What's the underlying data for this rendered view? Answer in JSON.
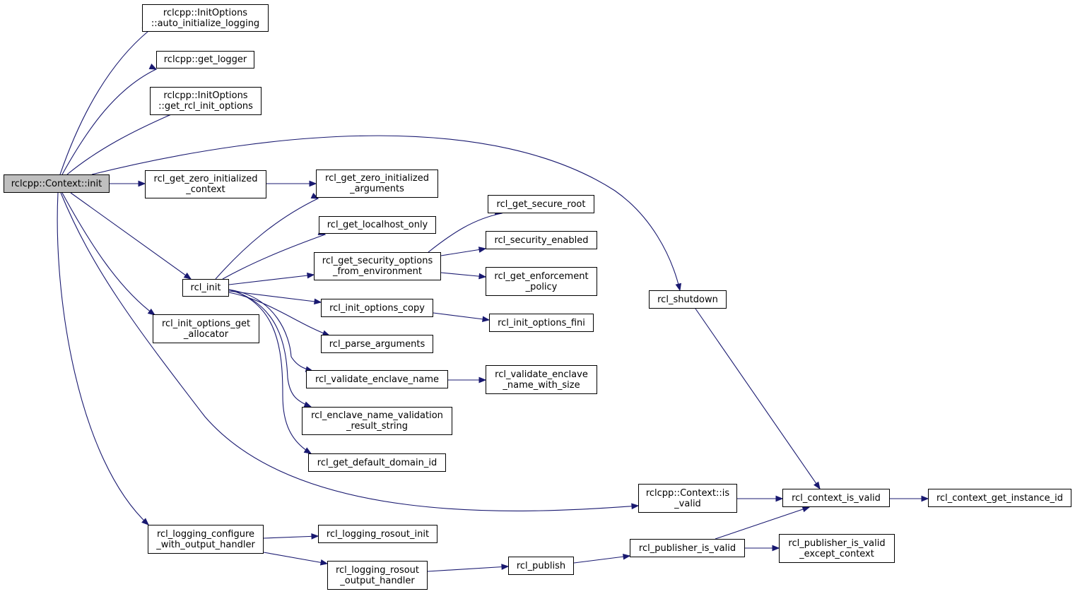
{
  "colors": {
    "edge": "#191970",
    "root_fill": "#bfbfbf",
    "node_fill": "#ffffff",
    "node_border": "#000000"
  },
  "nodes": {
    "context_init": [
      "rclcpp::Context::init"
    ],
    "auto_init_logging": [
      "rclcpp::InitOptions",
      "::auto_initialize_logging"
    ],
    "get_logger": [
      "rclcpp::get_logger"
    ],
    "get_rcl_init_options": [
      "rclcpp::InitOptions",
      "::get_rcl_init_options"
    ],
    "get_zero_init_context": [
      "rcl_get_zero_initialized",
      "_context"
    ],
    "get_zero_init_arguments": [
      "rcl_get_zero_initialized",
      "_arguments"
    ],
    "rcl_init": [
      "rcl_init"
    ],
    "get_localhost_only": [
      "rcl_get_localhost_only"
    ],
    "get_security_options": [
      "rcl_get_security_options",
      "_from_environment"
    ],
    "get_secure_root": [
      "rcl_get_secure_root"
    ],
    "security_enabled": [
      "rcl_security_enabled"
    ],
    "get_enforcement_policy": [
      "rcl_get_enforcement",
      "_policy"
    ],
    "init_options_copy": [
      "rcl_init_options_copy"
    ],
    "init_options_fini": [
      "rcl_init_options_fini"
    ],
    "parse_arguments": [
      "rcl_parse_arguments"
    ],
    "validate_enclave_name": [
      "rcl_validate_enclave_name"
    ],
    "validate_enclave_name_size": [
      "rcl_validate_enclave",
      "_name_with_size"
    ],
    "enclave_validation_result": [
      "rcl_enclave_name_validation",
      "_result_string"
    ],
    "get_default_domain_id": [
      "rcl_get_default_domain_id"
    ],
    "init_options_get_allocator": [
      "rcl_init_options_get",
      "_allocator"
    ],
    "rcl_shutdown": [
      "rcl_shutdown"
    ],
    "context_is_valid_cpp": [
      "rclcpp::Context::is",
      "_valid"
    ],
    "rcl_context_is_valid": [
      "rcl_context_is_valid"
    ],
    "context_get_instance_id": [
      "rcl_context_get_instance_id"
    ],
    "logging_configure": [
      "rcl_logging_configure",
      "_with_output_handler"
    ],
    "logging_rosout_init": [
      "rcl_logging_rosout_init"
    ],
    "logging_rosout_output": [
      "rcl_logging_rosout",
      "_output_handler"
    ],
    "rcl_publish": [
      "rcl_publish"
    ],
    "publisher_is_valid": [
      "rcl_publisher_is_valid"
    ],
    "publisher_is_valid_except": [
      "rcl_publisher_is_valid",
      "_except_context"
    ]
  }
}
